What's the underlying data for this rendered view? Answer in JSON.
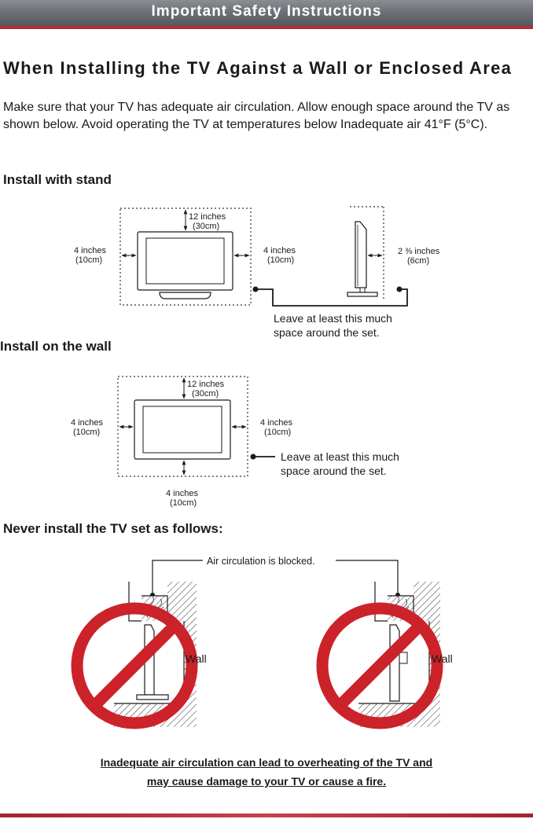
{
  "header": {
    "title": "Important Safety Instructions",
    "accent_color": "#b32c37",
    "bar_color": "#6e7177"
  },
  "section": {
    "heading": "When Installing the TV Against a Wall or Enclosed Area",
    "intro": "Make sure that your TV has adequate air circulation. Allow enough space around the TV as shown below. Avoid operating the TV at temperatures below Inadequate air 41°F (5°C)."
  },
  "stand": {
    "heading": "Install with stand",
    "top_label": [
      "12 inches",
      "(30cm)"
    ],
    "left_label": [
      "4 inches",
      "(10cm)"
    ],
    "right_label": [
      "4 inches",
      "(10cm)"
    ],
    "side_label": [
      "2 ⅜ inches",
      "(6cm)"
    ],
    "note": [
      "Leave at least this much",
      "space around the set."
    ]
  },
  "wall": {
    "heading": "Install on the wall",
    "top_label": [
      "12 inches",
      "(30cm)"
    ],
    "left_label": [
      "4 inches",
      "(10cm)"
    ],
    "right_label": [
      "4 inches",
      "(10cm)"
    ],
    "bottom_label": [
      "4 inches",
      "(10cm)"
    ],
    "note": [
      "Leave at least this much",
      "space around the set."
    ]
  },
  "never": {
    "heading": "Never install the TV set as follows:",
    "callout": "Air circulation is blocked.",
    "wall_label_left": "Wall",
    "wall_label_right": "Wall",
    "prohibition_color": "#cc2229"
  },
  "warning": {
    "line1": "Inadequate air circulation can lead to overheating of the TV and",
    "line2": "may cause damage to your TV or cause a fire."
  }
}
